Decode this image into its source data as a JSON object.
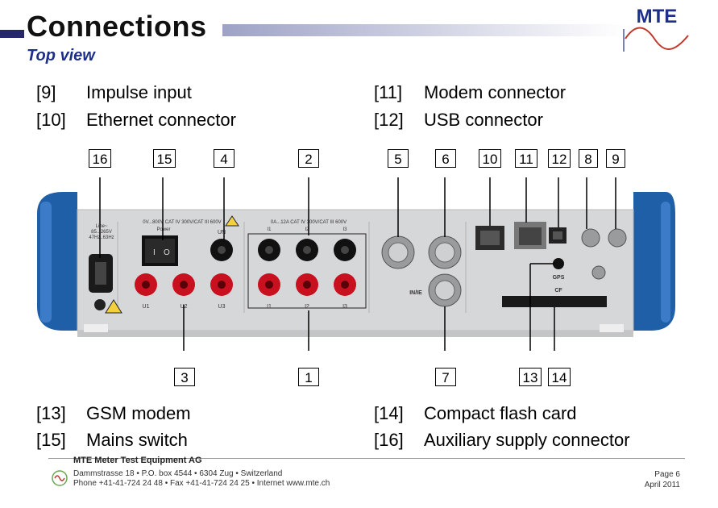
{
  "header": {
    "title": "Connections",
    "subtitle": "Top view",
    "logo_text": "MTE"
  },
  "legend_top": [
    {
      "num": "[9]",
      "label": "Impulse input"
    },
    {
      "num": "[10]",
      "label": "Ethernet connector"
    },
    {
      "num": "[11]",
      "label": "Modem connector"
    },
    {
      "num": "[12]",
      "label": "USB connector"
    }
  ],
  "legend_bottom": [
    {
      "num": "[13]",
      "label": "GSM modem"
    },
    {
      "num": "[15]",
      "label": "Mains switch"
    },
    {
      "num": "[14]",
      "label": "Compact flash card"
    },
    {
      "num": "[16]",
      "label": "Auxiliary supply connector"
    }
  ],
  "callouts_top": [
    "16",
    "15",
    "4",
    "2",
    "5",
    "6",
    "10",
    "11",
    "12",
    "8",
    "9"
  ],
  "callouts_bottom": [
    "3",
    "1",
    "7",
    "13",
    "14"
  ],
  "device": {
    "line_label": "Line~",
    "line_spec": "85...265V",
    "line_freq": "47Hz..63Hz",
    "voltage_label": "0V...800V CAT IV 300V/CAT III 600V",
    "power_label": "Power",
    "current_label": "0A...12A CAT IV 300V/CAT III 600V",
    "un_label": "UN",
    "i_labels": [
      "I1",
      "I2",
      "I3"
    ],
    "u_labels": [
      "U1",
      "U2",
      "U3"
    ],
    "in_labels": [
      "I1",
      "I2",
      "I3"
    ],
    "inie_label": "IN/IE",
    "gps_label": "GPS",
    "cf_label": "CF"
  },
  "footer": {
    "company": "MTE Meter Test Equipment AG",
    "address": "Dammstrasse 18 • P.O. box 4544 • 6304 Zug • Switzerland",
    "contact": "Phone +41-41-724 24 48 • Fax +41-41-724 24 25 • Internet www.mte.ch",
    "page": "Page 6",
    "date": "April 2011"
  },
  "colors": {
    "accent_blue": "#1e2f8a",
    "logo_red": "#c0392b",
    "handle_blue": "#1f5fa8",
    "panel_gray": "#d6d7d9",
    "jack_red": "#c8101e"
  }
}
